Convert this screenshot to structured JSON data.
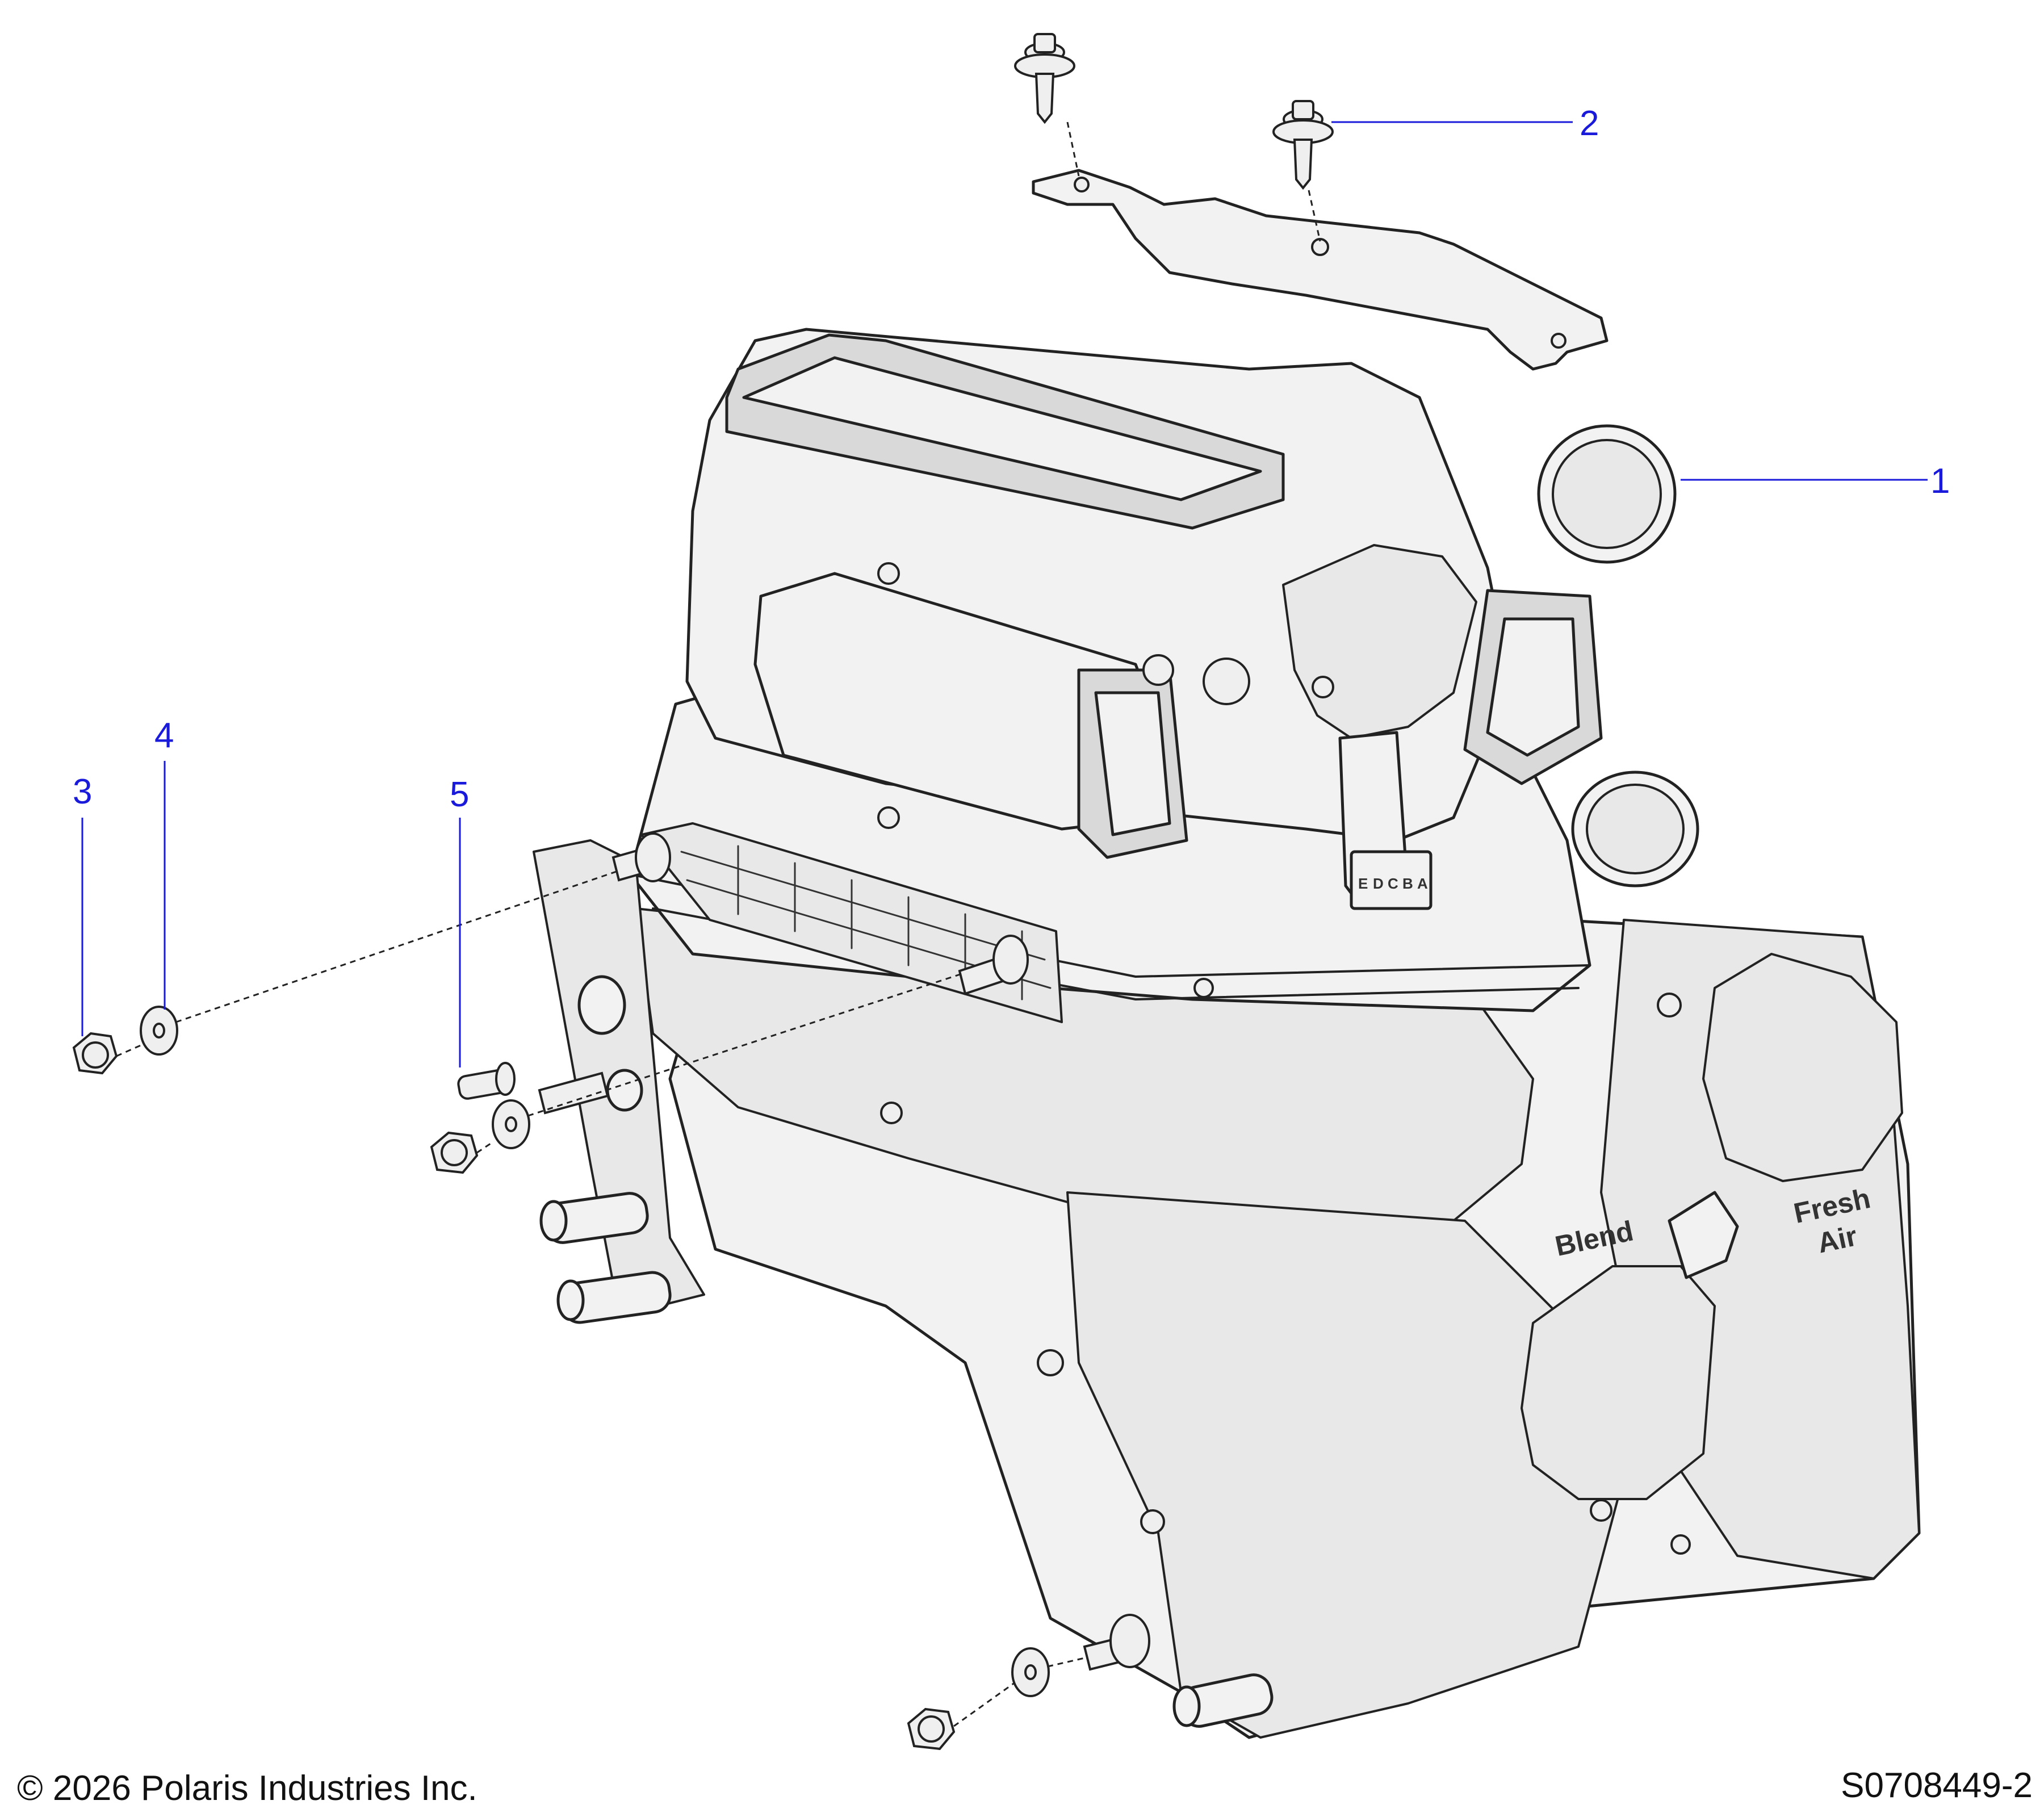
{
  "diagram": {
    "callouts": [
      {
        "id": "1",
        "label": "1"
      },
      {
        "id": "2",
        "label": "2"
      },
      {
        "id": "3",
        "label": "3"
      },
      {
        "id": "4",
        "label": "4"
      },
      {
        "id": "5",
        "label": "5"
      }
    ],
    "stamped_labels": {
      "blend": "Blend",
      "fresh_line1": "Fresh",
      "fresh_line2": "Air"
    },
    "connector_pins": [
      "E",
      "D",
      "C",
      "B",
      "A"
    ]
  },
  "footer": {
    "copyright": "© 2026 Polaris Industries Inc.",
    "figure_id": "S0708449-2"
  }
}
